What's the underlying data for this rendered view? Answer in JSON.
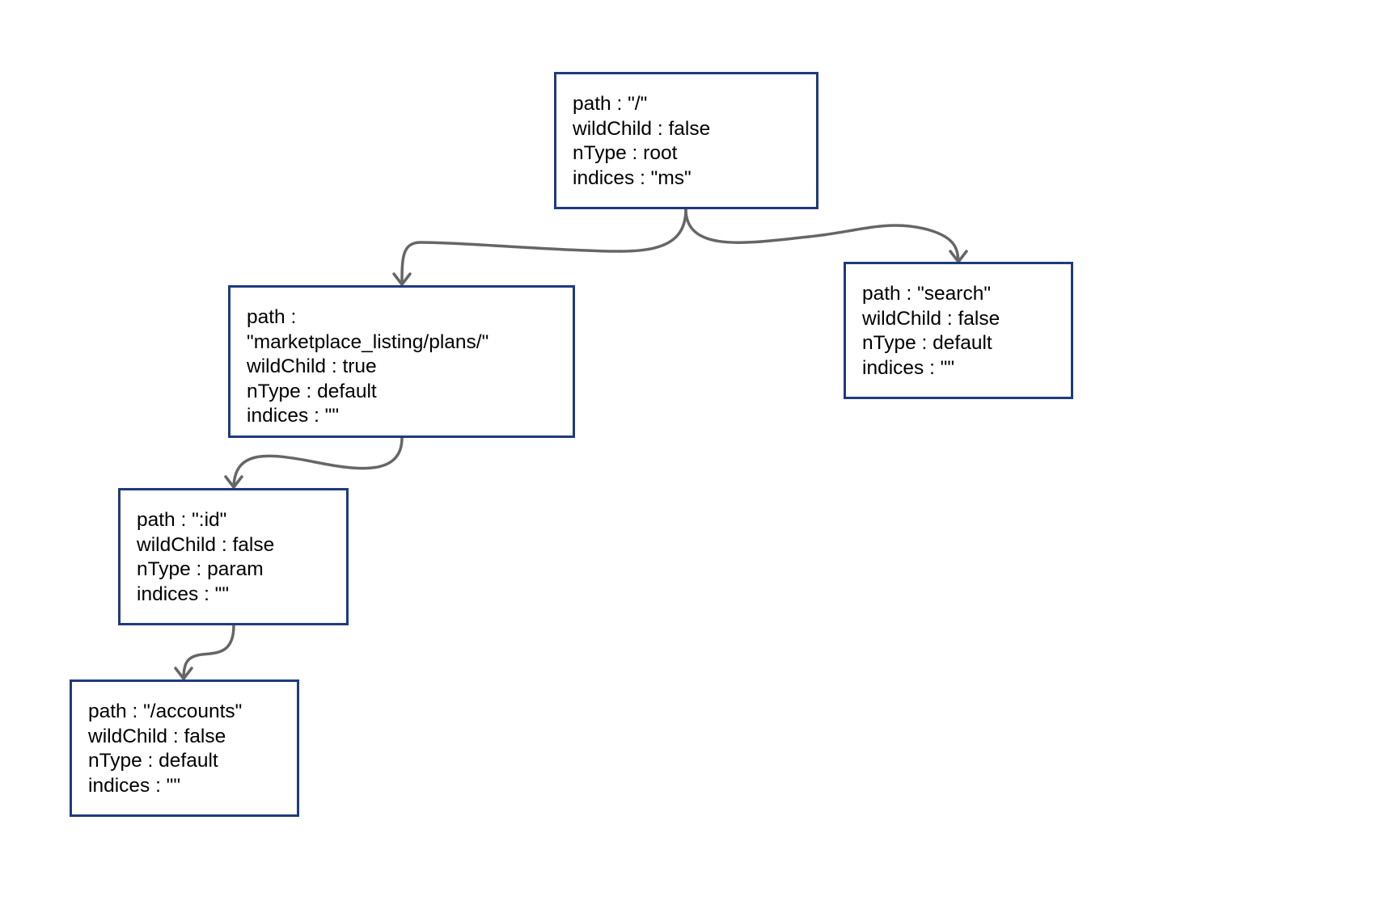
{
  "diagram": {
    "nodes": [
      {
        "id": "root",
        "lines": [
          "path : \"/\"",
          "wildChild : false",
          "nType : root",
          "indices : \"ms\""
        ]
      },
      {
        "id": "marketplace",
        "lines": [
          "path :",
          "\"marketplace_listing/plans/\"",
          "wildChild : true",
          "nType : default",
          "indices : \"\""
        ]
      },
      {
        "id": "search",
        "lines": [
          "path : \"search\"",
          "wildChild : false",
          "nType : default",
          "indices : \"\""
        ]
      },
      {
        "id": "id",
        "lines": [
          "path : \":id\"",
          "wildChild : false",
          "nType : param",
          "indices : \"\""
        ]
      },
      {
        "id": "accounts",
        "lines": [
          "path : \"/accounts\"",
          "wildChild : false",
          "nType : default",
          "indices : \"\""
        ]
      }
    ],
    "edges": [
      {
        "from": "root",
        "to": "marketplace"
      },
      {
        "from": "root",
        "to": "search"
      },
      {
        "from": "marketplace",
        "to": "id"
      },
      {
        "from": "id",
        "to": "accounts"
      }
    ],
    "colors": {
      "node_border": "#1f3a7e",
      "edge": "#666666",
      "text": "#000000",
      "background": "#ffffff"
    }
  }
}
